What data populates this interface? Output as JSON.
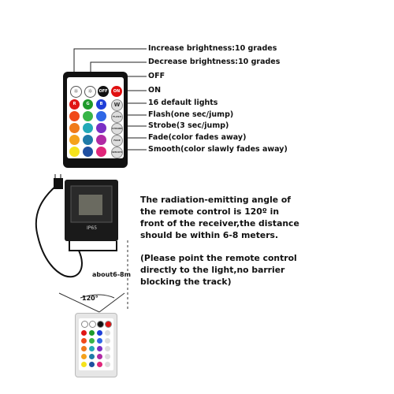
{
  "remote_labels": [
    "Increase brightness:10 grades",
    "Decrease brightness:10 grades",
    "OFF",
    "ON",
    "16 default lights",
    "Flash(one sec/jump)",
    "Strobe(3 sec/jump)",
    "Fade(color fades away)",
    "Smooth(color slawly fades away)"
  ],
  "remote_buttons": {
    "off": "OFF",
    "on": "ON",
    "r": "R",
    "g": "G",
    "b": "B",
    "w": "W",
    "flash": "FLASH",
    "strobe": "STROBE",
    "fade": "FADE",
    "smooth": "SMOOTH"
  },
  "floodlight_badge": "IP65",
  "distance_label": "about6-8m",
  "angle_label": "120°",
  "description": "The radiation-emitting angle of the remote control is 120º in front of the receiver,the distance should be within 6-8 meters.",
  "note": "(Please point the remote control directly to the light,no barrier blocking the track)",
  "colors": {
    "remote_body": "#111111",
    "button_off": "#111111",
    "button_on": "#e01010",
    "row_colors": [
      [
        "#e01616",
        "#1e9a2b",
        "#1f3fd8"
      ],
      [
        "#f04a1a",
        "#37b548",
        "#2f67e6"
      ],
      [
        "#f07a1a",
        "#22a9b8",
        "#7a2fc4"
      ],
      [
        "#f5a21c",
        "#1f7aa8",
        "#b02aa4"
      ],
      [
        "#f5e21c",
        "#1f4fa0",
        "#e0267a"
      ]
    ]
  }
}
